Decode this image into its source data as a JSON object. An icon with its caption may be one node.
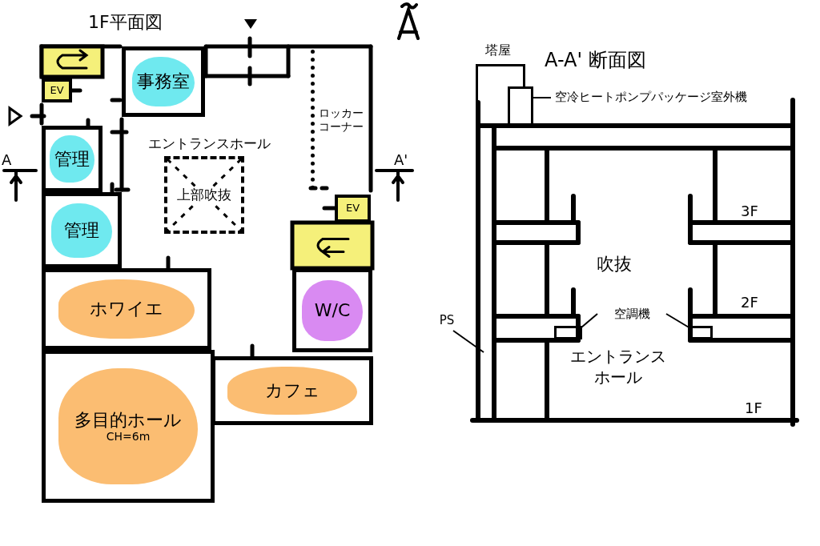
{
  "diagram": {
    "nodes": [
      {
        "text": [
          "EV"
        ]
      },
      {
        "text": [
          "事務室"
        ]
      },
      {
        "text": [
          "管理"
        ]
      },
      {
        "text": [
          "管理"
        ]
      },
      {
        "text": [
          "ロッカーコーナー"
        ]
      },
      {
        "text": [
          "上部吹抜"
        ]
      },
      {
        "text": [
          "EV"
        ]
      },
      {
        "text": [
          "W/C"
        ]
      },
      {
        "text": [
          "ホワイエ"
        ]
      },
      {
        "text": [
          "多目的ホール",
          "CH=6m"
        ]
      },
      {
        "text": [
          "カフェ"
        ]
      },
      {
        "text": [
          "塔屋"
        ]
      },
      {
        "text": [],
        "shape": "box"
      },
      {
        "text": [
          "空冷ヒートポンプパッケージ室外機"
        ]
      },
      {
        "text": [
          "空調機"
        ]
      },
      {
        "text": [],
        "shape": "box"
      },
      {
        "text": [],
        "shape": "box"
      },
      {
        "text": [
          "PS"
        ]
      }
    ],
    "edges": [
      {
        "from": 13,
        "to": 12,
        "arrow": "none"
      },
      {
        "from": 14,
        "to": 15,
        "arrow": "none"
      },
      {
        "from": 14,
        "to": 16,
        "arrow": "none"
      },
      {
        "from": 17,
        "to": null,
        "arrow": "none"
      }
    ],
    "labels": [
      "1F平面図",
      "エントランスホール",
      "A",
      "A'",
      "A-A' 断面図",
      "3F",
      "吹抜",
      "2F",
      "エントランスホール",
      "1F"
    ]
  }
}
